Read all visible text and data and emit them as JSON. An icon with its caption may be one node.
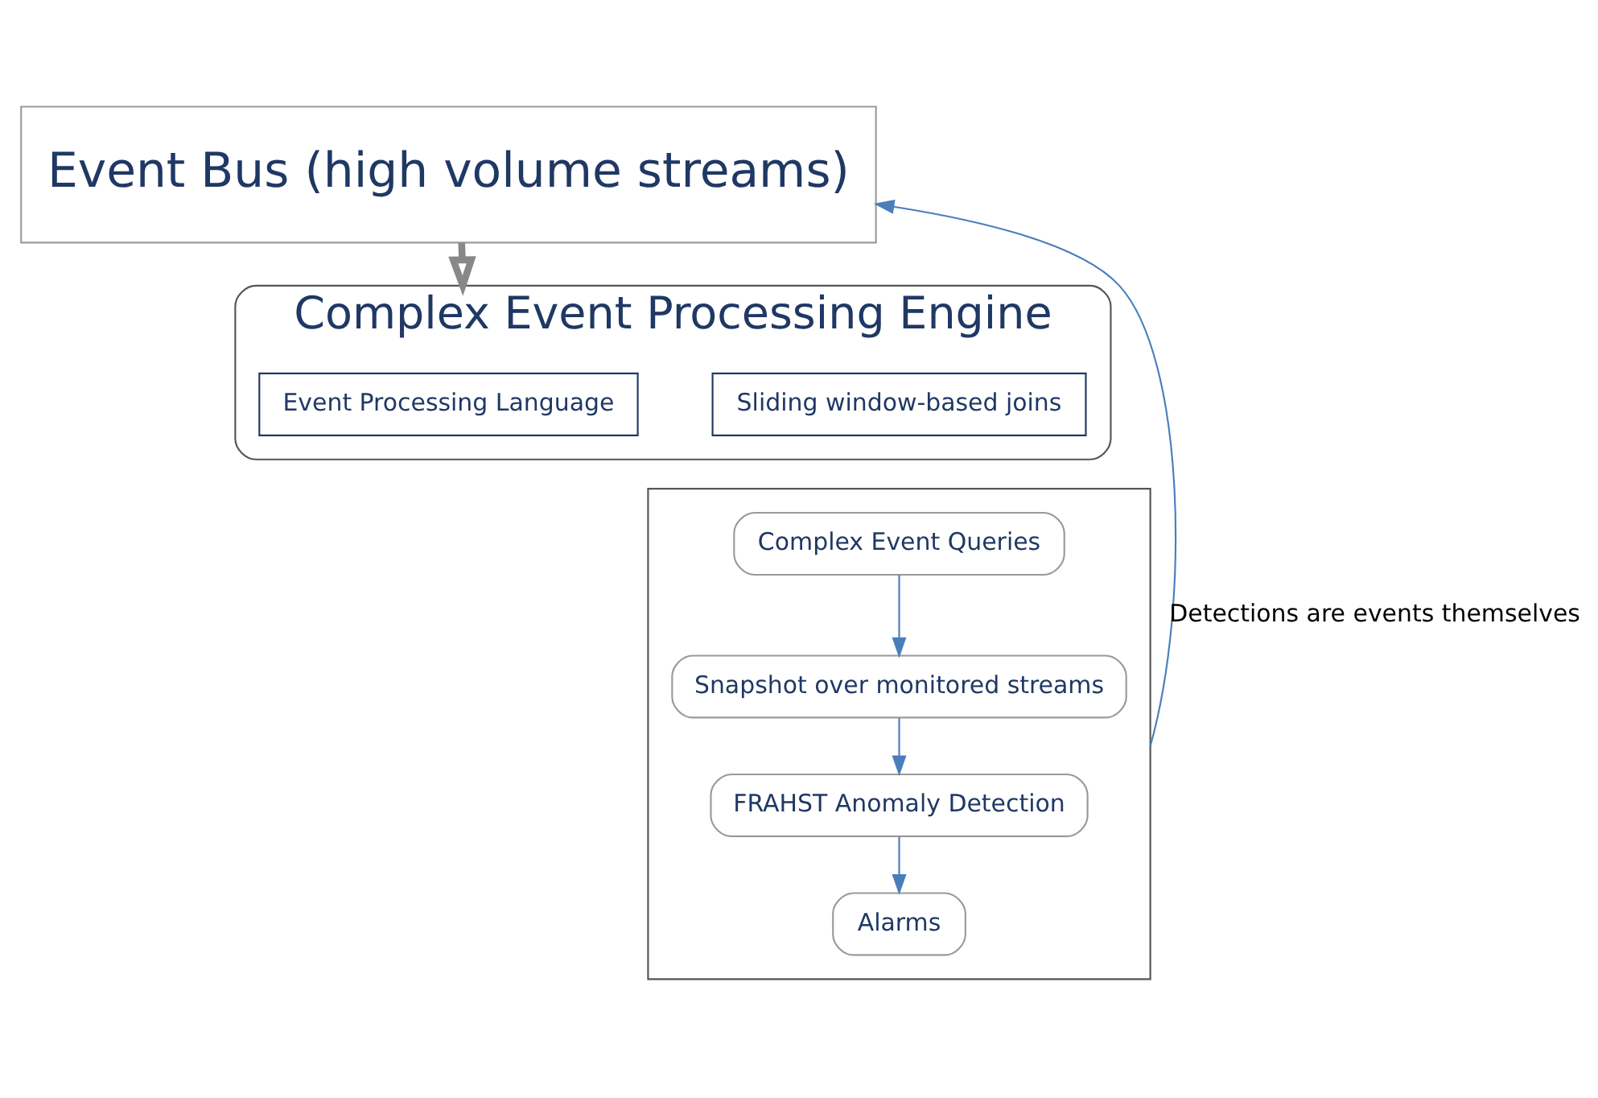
{
  "diagram": {
    "nodes": [
      {
        "text": [
          "Event Bus (high volume streams)"
        ]
      },
      {
        "text": [
          "Complex Event Processing Engine"
        ]
      },
      {
        "text": [
          "Event Processing Language"
        ],
        "in": 1
      },
      {
        "text": [
          "Sliding window-based joins"
        ],
        "in": 1
      },
      {
        "text": [],
        "shape": "box"
      },
      {
        "text": [
          "Complex Event Queries"
        ],
        "in": 4
      },
      {
        "text": [
          "Snapshot over monitored streams"
        ],
        "in": 4
      },
      {
        "text": [
          "FRAHST Anomaly Detection"
        ],
        "in": 4
      },
      {
        "text": [
          "Alarms"
        ],
        "in": 4
      }
    ],
    "edges": [
      {
        "from": 0,
        "to": 1,
        "arrow": "to",
        "style": "thick"
      },
      {
        "from": 5,
        "to": 6,
        "arrow": "to"
      },
      {
        "from": 6,
        "to": 7,
        "arrow": "to"
      },
      {
        "from": 7,
        "to": 8,
        "arrow": "to"
      },
      {
        "from": 4,
        "to": 0,
        "arrow": "to",
        "label": "Detections are events themselves"
      }
    ]
  }
}
